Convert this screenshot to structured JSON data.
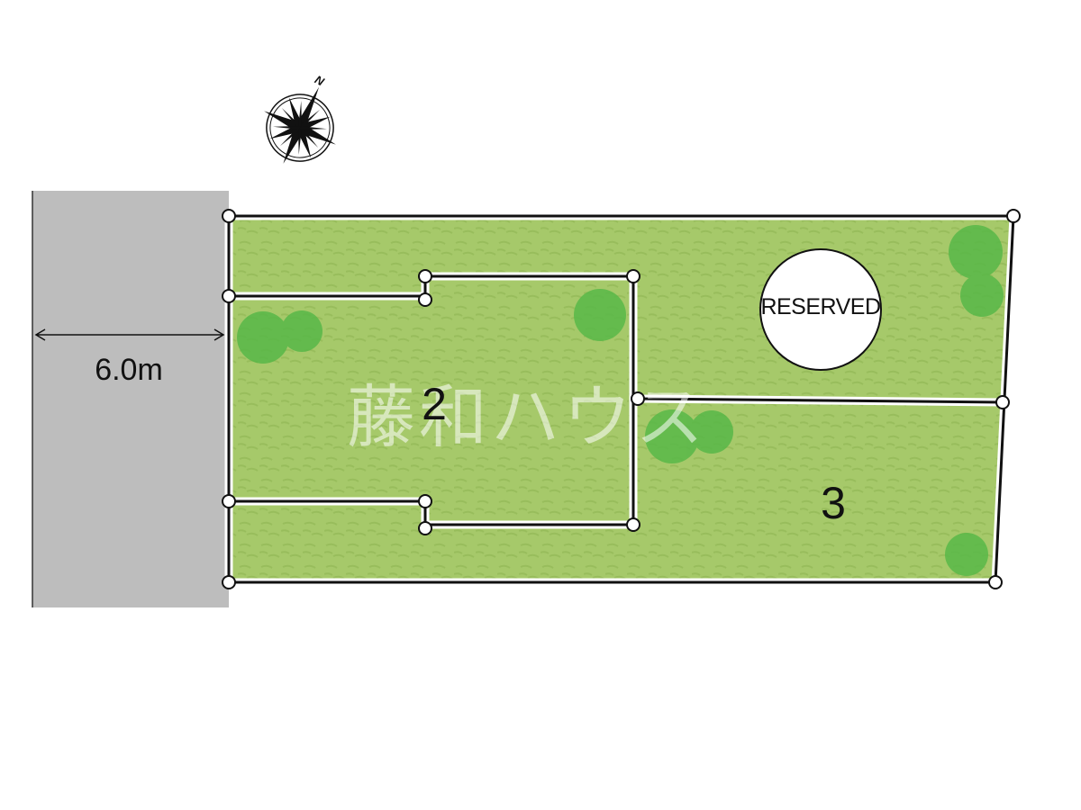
{
  "road": {
    "width_label": "6.0m"
  },
  "compass": {
    "north_label": "N"
  },
  "lots": [
    {
      "number": "2"
    },
    {
      "number": "3"
    }
  ],
  "reserved": {
    "label": "RESERVED"
  },
  "watermark": {
    "text": "藤和ハウス"
  },
  "colors": {
    "road": "#bdbdbd",
    "lot_fill": "#a6c96a",
    "tree": "#58b848",
    "boundary": "#111111"
  }
}
